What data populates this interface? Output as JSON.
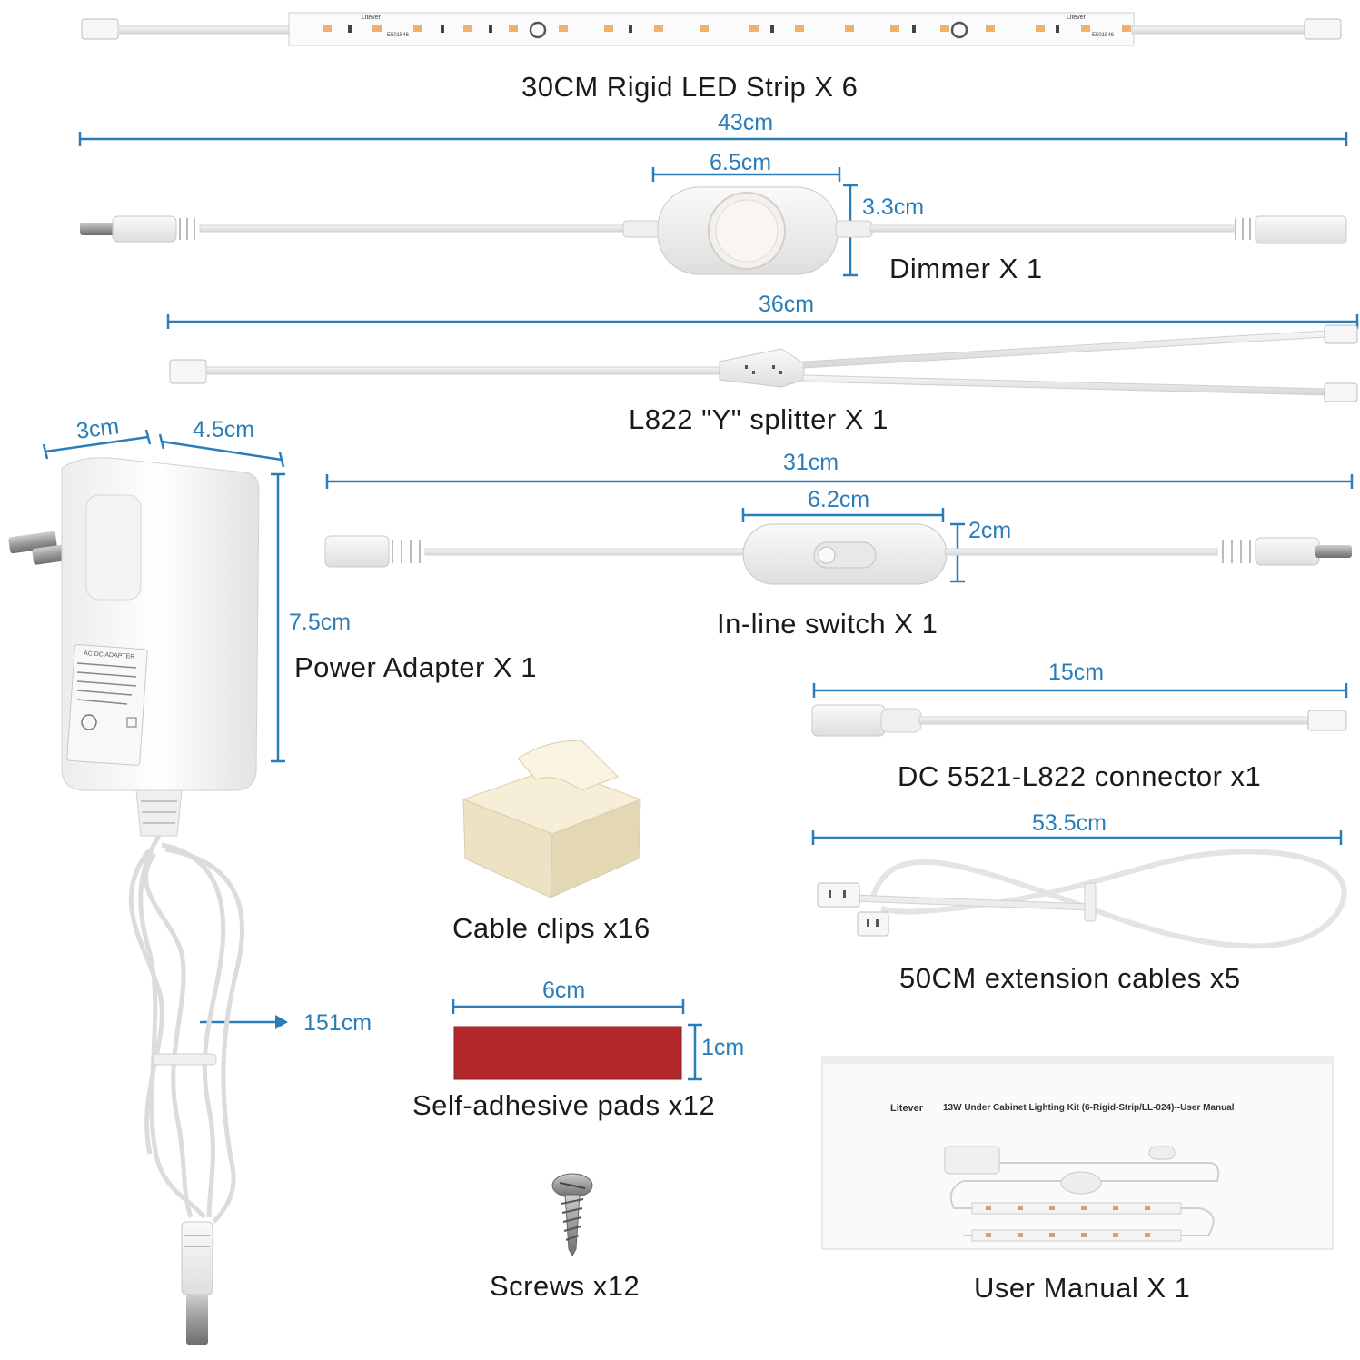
{
  "colors": {
    "dimension": "#2a7db8",
    "label": "#1a1a1a",
    "cable": "#e6e6e6",
    "pad": "#b3272b",
    "clip": "#f4ecd4"
  },
  "items": {
    "led_strip": {
      "label": "30CM Rigid LED Strip X 6",
      "brand": "Litever",
      "code": "E501546"
    },
    "dimmer": {
      "label": "Dimmer X 1",
      "length": "43cm",
      "width": "6.5cm",
      "height": "3.3cm"
    },
    "splitter": {
      "label": "L822 \"Y\" splitter X 1",
      "length": "36cm"
    },
    "switch": {
      "label": "In-line switch X 1",
      "length": "31cm",
      "width": "6.2cm",
      "height": "2cm"
    },
    "adapter": {
      "label": "Power Adapter X 1",
      "depth": "3cm",
      "width": "4.5cm",
      "height": "7.5cm",
      "cable": "151cm",
      "sticker_title": "AC DC ADAPTER"
    },
    "connector": {
      "label": "DC 5521-L822 connector x1",
      "length": "15cm"
    },
    "extension": {
      "label": "50CM extension cables x5",
      "length": "53.5cm"
    },
    "clips": {
      "label": "Cable clips x16"
    },
    "pads": {
      "label": "Self-adhesive pads x12",
      "width": "6cm",
      "height": "1cm"
    },
    "screws": {
      "label": "Screws x12"
    },
    "manual": {
      "label": "User Manual X 1",
      "brand": "Litever",
      "title": "13W Under Cabinet Lighting Kit (6-Rigid-Strip/LL-024)--User Manual"
    }
  }
}
